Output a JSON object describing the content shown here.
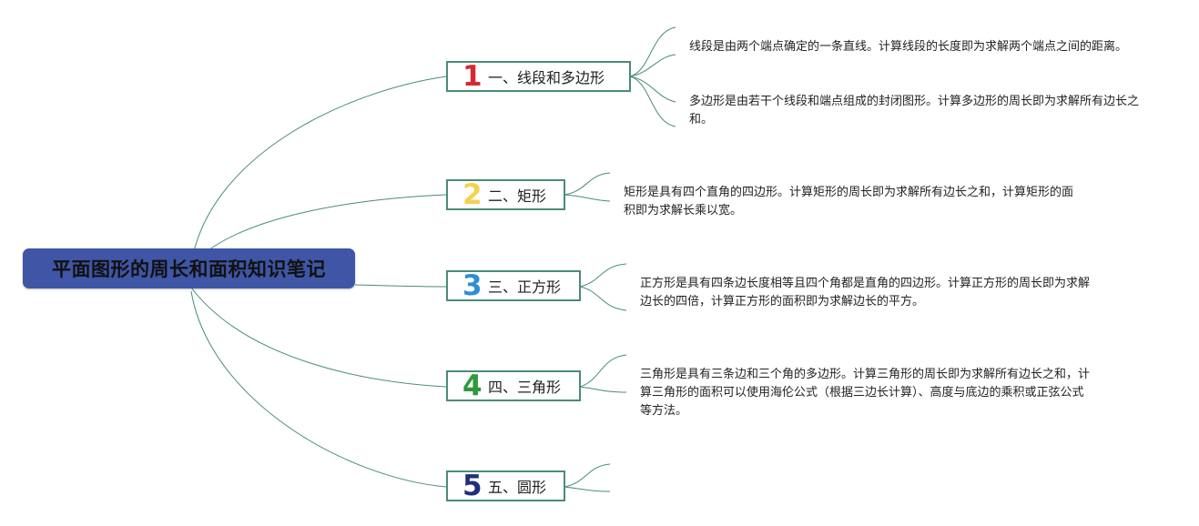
{
  "root": {
    "title": "平面图形的周长和面积知识笔记"
  },
  "branches": [
    {
      "number": "1",
      "color": "#d42a34",
      "label": "一、线段和多边形",
      "notes": [
        "线段是由两个端点确定的一条直线。计算线段的长度即为求解两个端点之间的距离。",
        "多边形是由若干个线段和端点组成的封闭图形。计算多边形的周长即为求解所有边长之和。"
      ]
    },
    {
      "number": "2",
      "color": "#f5d150",
      "label": "二、矩形",
      "notes": [
        "矩形是具有四个直角的四边形。计算矩形的周长即为求解所有边长之和，计算矩形的面积即为求解长乘以宽。"
      ]
    },
    {
      "number": "3",
      "color": "#2e8fd6",
      "label": "三、正方形",
      "notes": [
        "正方形是具有四条边长度相等且四个角都是直角的四边形。计算正方形的周长即为求解边长的四倍，计算正方形的面积即为求解边长的平方。"
      ]
    },
    {
      "number": "4",
      "color": "#2e9a3a",
      "label": "四、三角形",
      "notes": [
        "三角形是具有三条边和三个角的多边形。计算三角形的周长即为求解所有边长之和，计算三角形的面积可以使用海伦公式（根据三边长计算）、高度与底边的乘积或正弦公式等方法。"
      ]
    },
    {
      "number": "5",
      "color": "#1f2f7a",
      "label": "五、圆形",
      "notes": []
    }
  ],
  "colors": {
    "root_bg": "#3f55a5",
    "line": "#4a8b78"
  }
}
